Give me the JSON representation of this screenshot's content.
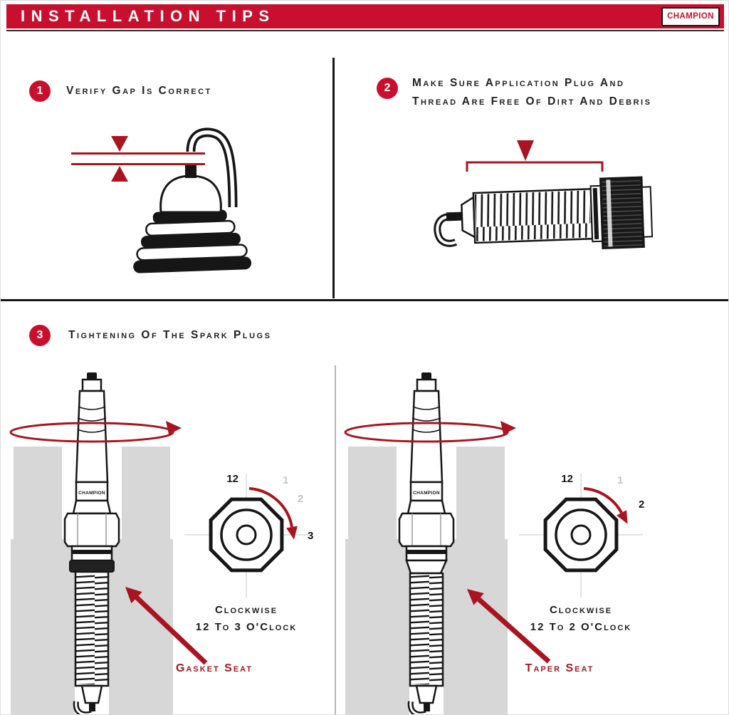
{
  "header": {
    "title": "INSTALLATION TIPS",
    "brand": "CHAMPION"
  },
  "colors": {
    "accent_red": "#c8102e",
    "illustration_red": "#a8141f",
    "ink": "#161616",
    "cutaway_gray": "#d7d7d7"
  },
  "steps": {
    "step1": {
      "number": "1",
      "title": "Verify Gap Is Correct"
    },
    "step2": {
      "number": "2",
      "title_line1": "Make Sure Application Plug And",
      "title_line2": "Thread Are Free Of Dirt And Debris"
    },
    "step3": {
      "number": "3",
      "title": "Tightening Of The Spark Plugs"
    }
  },
  "gasket_panel": {
    "plug_brand": "CHAMPION",
    "clock": {
      "n12": "12",
      "n1": "1",
      "n2": "2",
      "n3": "3"
    },
    "caption_line1": "Clockwise",
    "caption_line2": "12 To 3 O'Clock",
    "seat_label": "Gasket Seat"
  },
  "taper_panel": {
    "plug_brand": "CHAMPION",
    "clock": {
      "n12": "12",
      "n1": "1",
      "n2": "2"
    },
    "caption_line1": "Clockwise",
    "caption_line2": "12 To 2 O'Clock",
    "seat_label": "Taper Seat"
  }
}
